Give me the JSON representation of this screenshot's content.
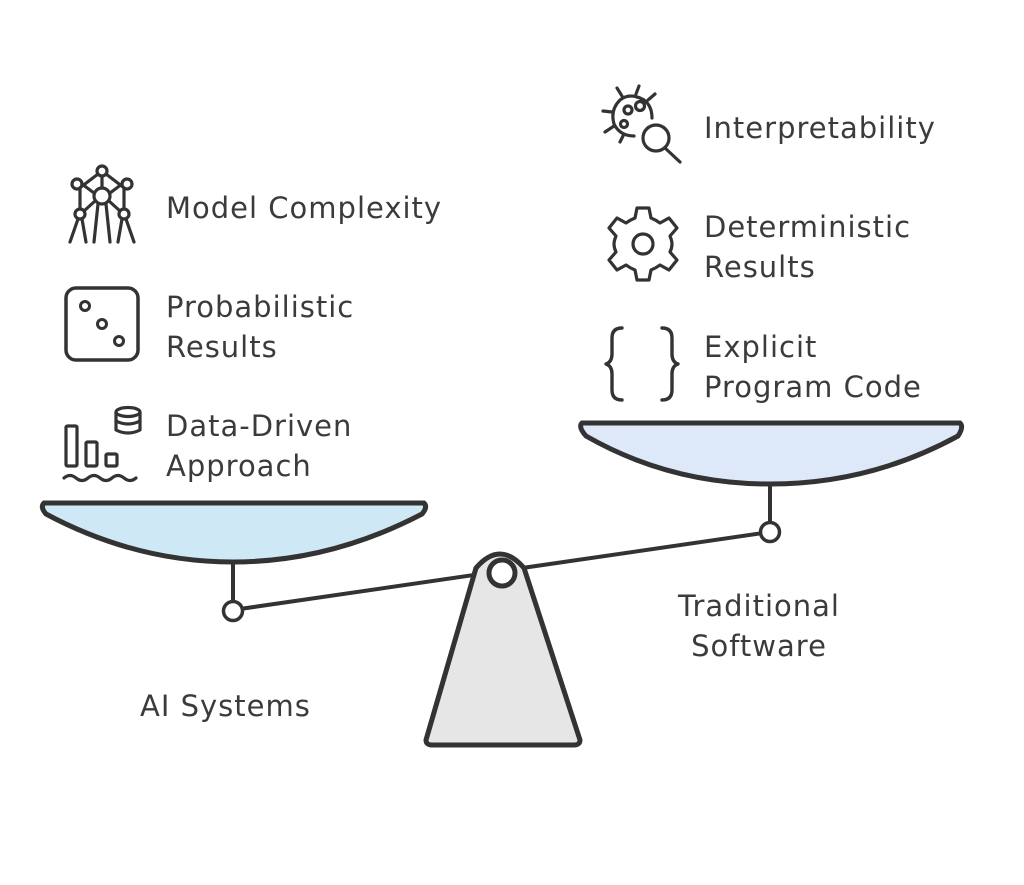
{
  "colors": {
    "ink": "#333333",
    "pan_fill": "#cfe6f5",
    "pan_fill_right": "#dde9f8",
    "base_fill": "#e4e4e4",
    "text": "#3b3b3b"
  },
  "left": {
    "title": "AI Systems",
    "items": [
      {
        "icon": "atomium-network-icon",
        "lines": [
          "Model Complexity"
        ]
      },
      {
        "icon": "dice-icon",
        "lines": [
          "Probabilistic",
          "Results"
        ]
      },
      {
        "icon": "bar-chart-database-icon",
        "lines": [
          "Data-Driven",
          "Approach"
        ]
      }
    ]
  },
  "right": {
    "title_lines": [
      "Traditional",
      "Software"
    ],
    "items": [
      {
        "icon": "bug-magnifier-icon",
        "lines": [
          "Interpretability"
        ]
      },
      {
        "icon": "gear-icon",
        "lines": [
          "Deterministic",
          "Results"
        ]
      },
      {
        "icon": "curly-braces-icon",
        "lines": [
          "Explicit",
          "Program Code"
        ]
      }
    ]
  }
}
